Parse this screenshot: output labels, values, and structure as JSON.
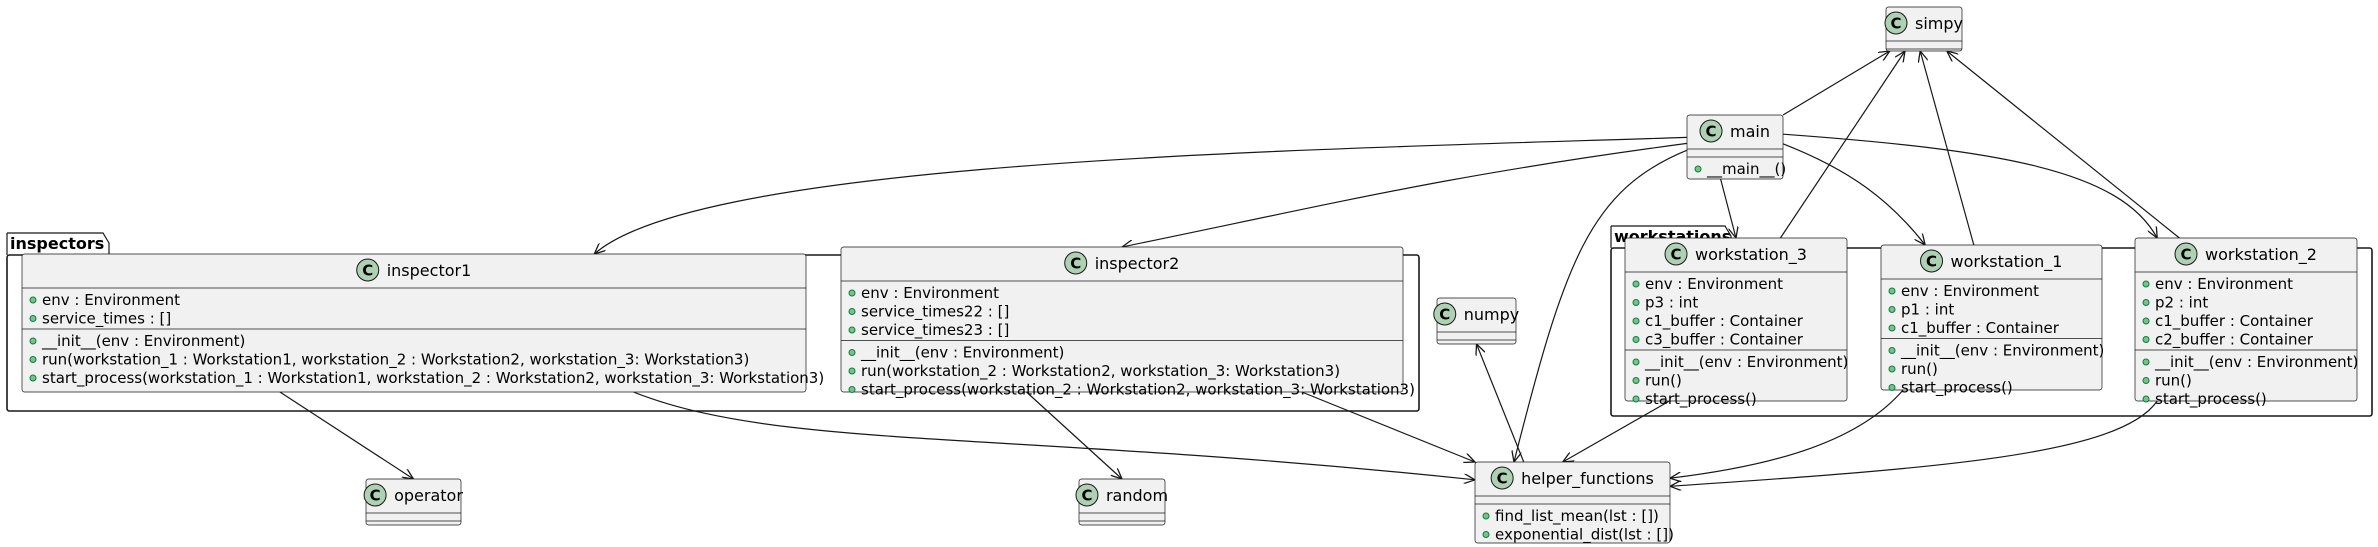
{
  "packages": [
    {
      "id": "inspectors",
      "name": "inspectors"
    },
    {
      "id": "workstations",
      "name": "workstations"
    }
  ],
  "classes": [
    {
      "id": "simpy",
      "name": "simpy",
      "stereotype_letter": "C",
      "attributes": [],
      "methods": []
    },
    {
      "id": "main",
      "name": "main",
      "stereotype_letter": "C",
      "attributes": [],
      "methods": [
        "__main__()"
      ]
    },
    {
      "id": "inspector1",
      "name": "inspector1",
      "stereotype_letter": "C",
      "attributes": [
        "env : Environment",
        "service_times : []"
      ],
      "methods": [
        "__init__(env : Environment)",
        "run(workstation_1 : Workstation1, workstation_2 : Workstation2, workstation_3: Workstation3)",
        "start_process(workstation_1 : Workstation1, workstation_2 : Workstation2, workstation_3: Workstation3)"
      ]
    },
    {
      "id": "inspector2",
      "name": "inspector2",
      "stereotype_letter": "C",
      "attributes": [
        "env : Environment",
        "service_times22 : []",
        "service_times23 : []"
      ],
      "methods": [
        "__init__(env : Environment)",
        "run(workstation_2 : Workstation2, workstation_3: Workstation3)",
        "start_process(workstation_2 : Workstation2, workstation_3: Workstation3)"
      ]
    },
    {
      "id": "numpy",
      "name": "numpy",
      "stereotype_letter": "C",
      "attributes": [],
      "methods": []
    },
    {
      "id": "workstation_3",
      "name": "workstation_3",
      "stereotype_letter": "C",
      "attributes": [
        "env : Environment",
        "p3 : int",
        "c1_buffer : Container",
        "c3_buffer : Container"
      ],
      "methods": [
        "__init__(env : Environment)",
        "run()",
        "start_process()"
      ]
    },
    {
      "id": "workstation_1",
      "name": "workstation_1",
      "stereotype_letter": "C",
      "attributes": [
        "env : Environment",
        "p1 : int",
        "c1_buffer : Container"
      ],
      "methods": [
        "__init__(env : Environment)",
        "run()",
        "start_process()"
      ]
    },
    {
      "id": "workstation_2",
      "name": "workstation_2",
      "stereotype_letter": "C",
      "attributes": [
        "env : Environment",
        "p2 : int",
        "c1_buffer : Container",
        "c2_buffer : Container"
      ],
      "methods": [
        "__init__(env : Environment)",
        "run()",
        "start_process()"
      ]
    },
    {
      "id": "operator",
      "name": "operator",
      "stereotype_letter": "C",
      "attributes": [],
      "methods": []
    },
    {
      "id": "random",
      "name": "random",
      "stereotype_letter": "C",
      "attributes": [],
      "methods": []
    },
    {
      "id": "helper_functions",
      "name": "helper_functions",
      "stereotype_letter": "C",
      "attributes": [],
      "methods": [
        "find_list_mean(lst : [])",
        "exponential_dist(lst : [])"
      ]
    }
  ],
  "relations": [
    {
      "from": "main",
      "to": "simpy"
    },
    {
      "from": "workstation_3",
      "to": "simpy"
    },
    {
      "from": "workstation_1",
      "to": "simpy"
    },
    {
      "from": "workstation_2",
      "to": "simpy"
    },
    {
      "from": "main",
      "to": "inspector1"
    },
    {
      "from": "main",
      "to": "inspector2"
    },
    {
      "from": "main",
      "to": "workstation_3"
    },
    {
      "from": "main",
      "to": "workstation_1"
    },
    {
      "from": "main",
      "to": "workstation_2"
    },
    {
      "from": "main",
      "to": "helper_functions"
    },
    {
      "from": "helper_functions",
      "to": "numpy"
    },
    {
      "from": "inspector1",
      "to": "operator"
    },
    {
      "from": "inspector1",
      "to": "helper_functions"
    },
    {
      "from": "inspector2",
      "to": "random"
    },
    {
      "from": "inspector2",
      "to": "helper_functions"
    },
    {
      "from": "workstation_3",
      "to": "helper_functions"
    },
    {
      "from": "workstation_1",
      "to": "helper_functions"
    },
    {
      "from": "workstation_2",
      "to": "helper_functions"
    }
  ],
  "colors": {
    "class_fill": "#F1F1F1",
    "class_border": "#181818",
    "circle_fill": "#ADD1B2",
    "member_circle_fill": "#84BE84",
    "member_circle_stroke": "#038048",
    "line": "#181818"
  }
}
